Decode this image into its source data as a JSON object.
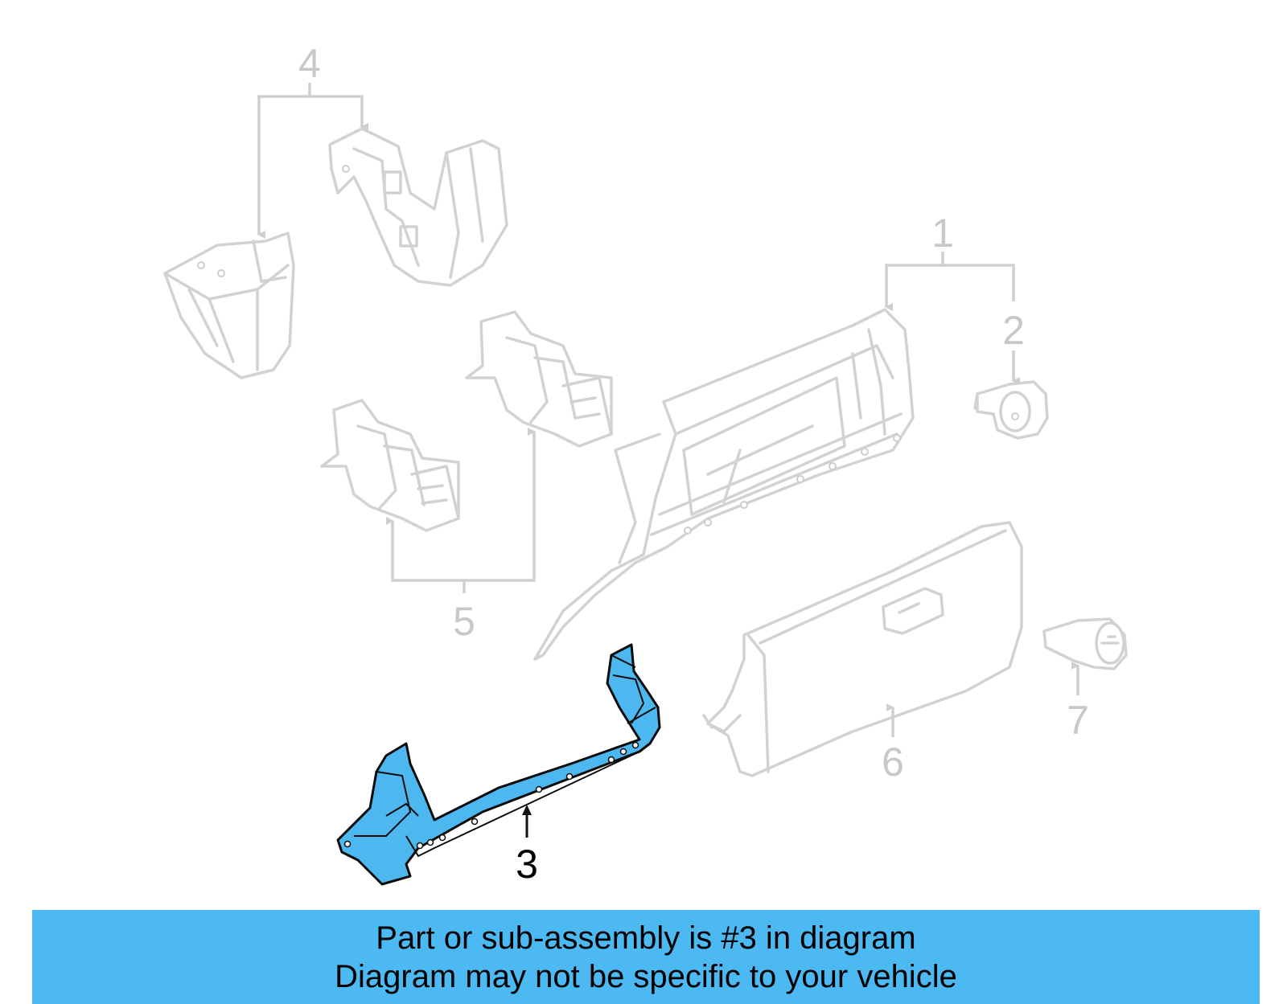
{
  "callouts": {
    "c1": "1",
    "c2": "2",
    "c3": "3",
    "c4": "4",
    "c5": "5",
    "c6": "6",
    "c7": "7"
  },
  "highlighted_part": "3",
  "colors": {
    "highlight": "#4db8f0",
    "caption_background": "#4cb9f2",
    "ghost_parts": "#d2d2d2"
  },
  "caption": {
    "line1": "Part or sub-assembly is #3 in diagram",
    "line2": "Diagram may not be specific to your vehicle"
  }
}
